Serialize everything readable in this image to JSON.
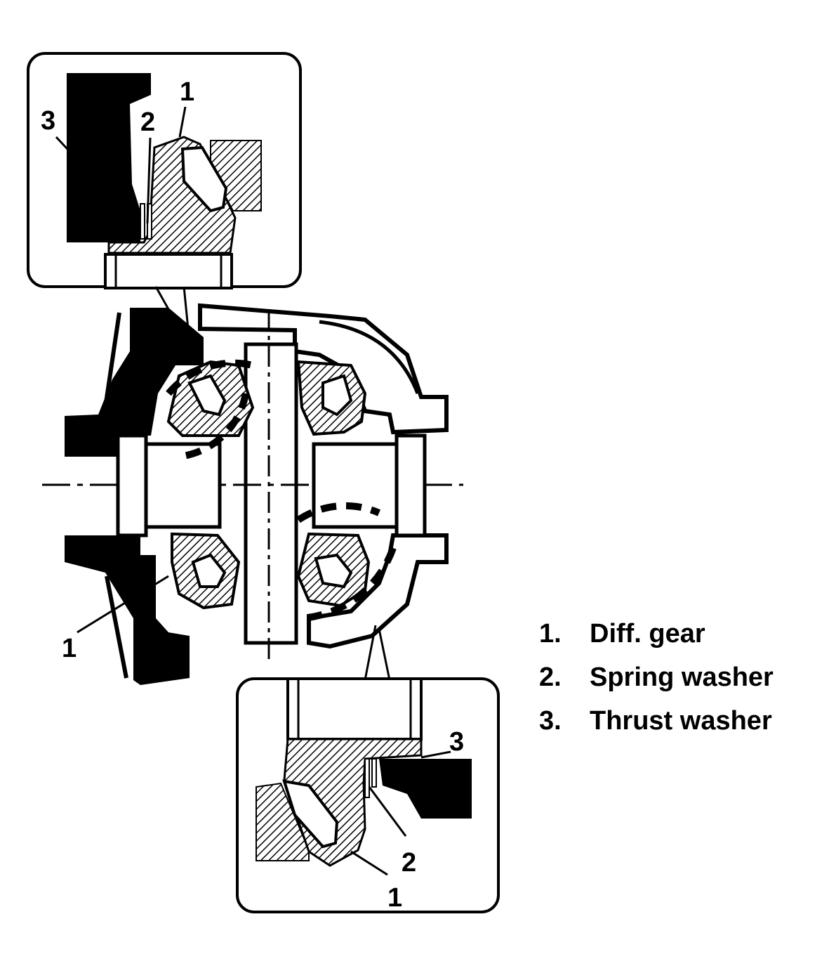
{
  "callouts": {
    "top_inset": {
      "label_1": "1",
      "label_2": "2",
      "label_3": "3"
    },
    "bottom_inset": {
      "label_1": "1",
      "label_2": "2",
      "label_3": "3"
    },
    "main_view": {
      "label_1": "1"
    }
  },
  "legend": [
    {
      "number": "1.",
      "text": "Diff. gear"
    },
    {
      "number": "2.",
      "text": "Spring washer"
    },
    {
      "number": "3.",
      "text": "Thrust washer"
    }
  ],
  "colors": {
    "ink": "#000000",
    "paper": "#ffffff"
  }
}
